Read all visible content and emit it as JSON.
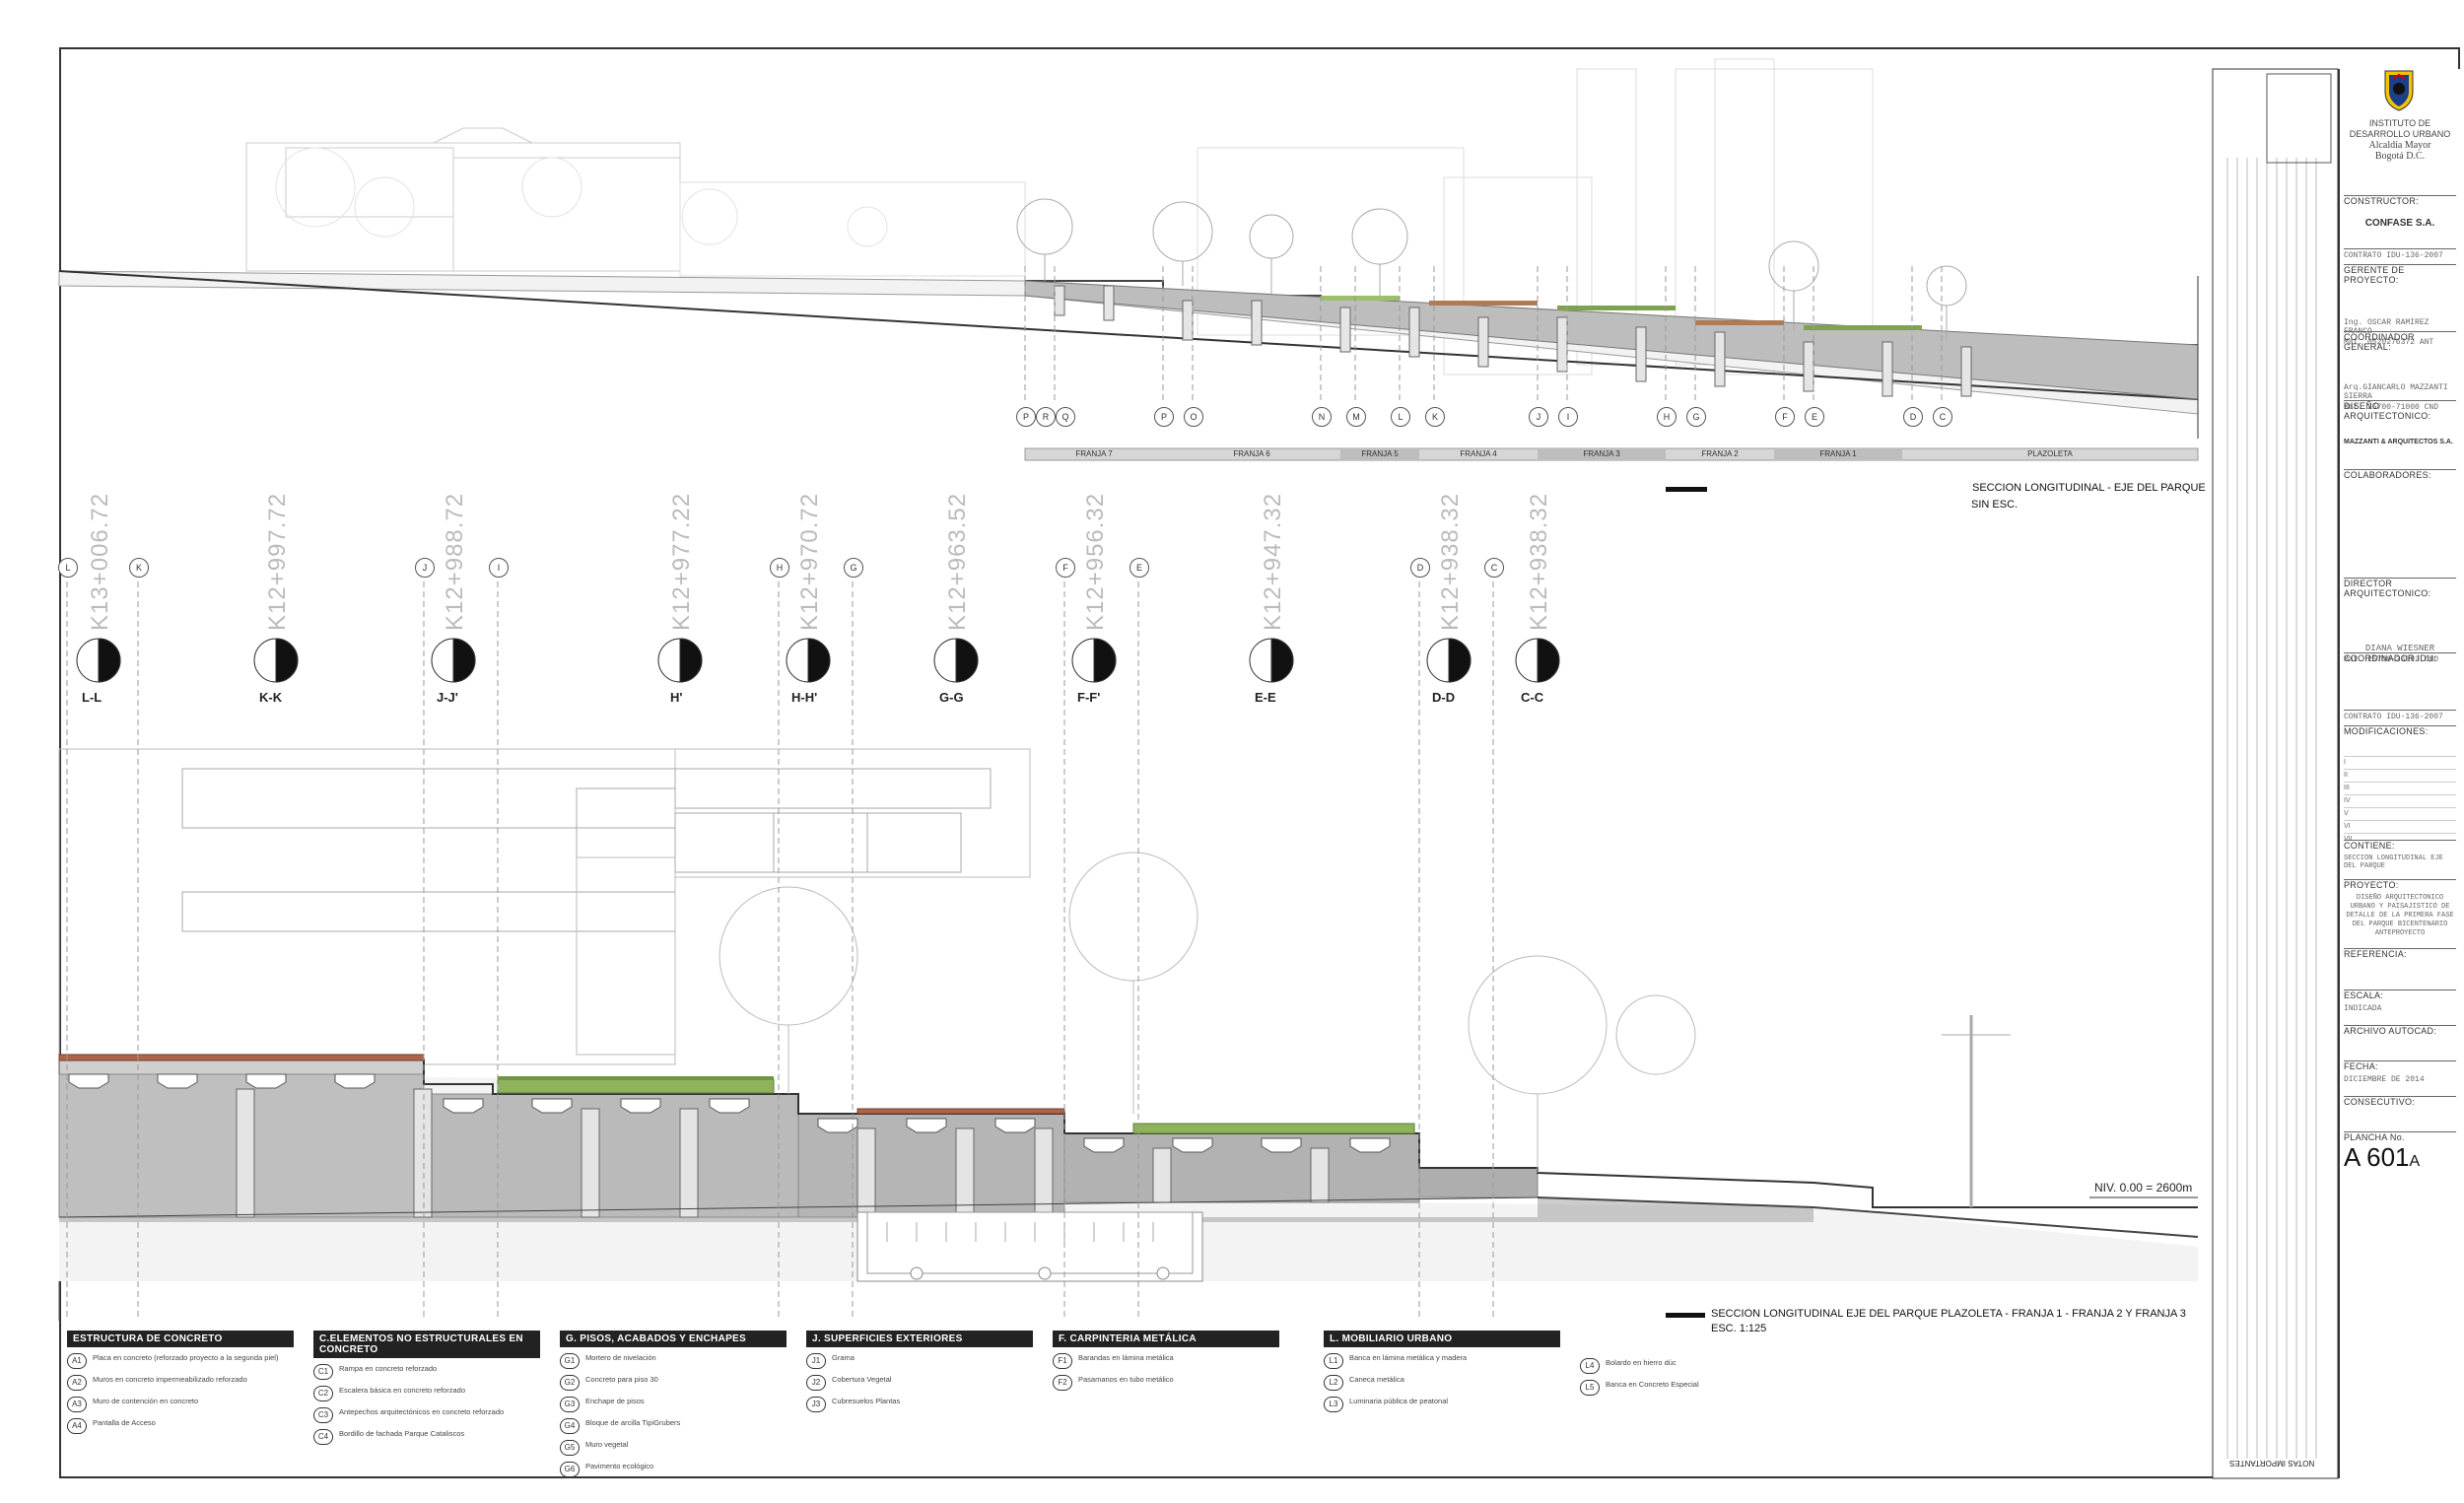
{
  "top_section": {
    "title": "SECCION LONGITUDINAL  -  EJE DEL PARQUE",
    "scale": "SIN ESC.",
    "franjas": [
      "FRANJA 7",
      "FRANJA 6",
      "FRANJA 5",
      "FRANJA 4",
      "FRANJA 3",
      "FRANJA 2",
      "FRANJA 1",
      "PLAZOLETA"
    ],
    "axes": [
      "P",
      "R",
      "Q",
      "P",
      "O",
      "N",
      "M",
      "L",
      "K",
      "J",
      "I",
      "H",
      "G",
      "F",
      "E",
      "D",
      "C"
    ]
  },
  "bottom_section": {
    "title": "SECCION LONGITUDINAL EJE DEL PARQUE  PLAZOLETA - FRANJA 1 - FRANJA 2 Y FRANJA 3",
    "scale": "ESC. 1:125",
    "level": "NIV. 0.00 = 2600m",
    "stations": [
      {
        "axis": "L",
        "axis2": "K",
        "chain": "K13+006.72",
        "cut": "L-L"
      },
      {
        "axis": "J",
        "axis2": "I",
        "chain": "K12+997.72",
        "cut": "K-K"
      },
      {
        "axis": "",
        "axis2": "",
        "chain": "K12+988.72",
        "cut": "J-J'"
      },
      {
        "axis": "H",
        "axis2": "G",
        "chain": "K12+977.22",
        "cut": "H'"
      },
      {
        "axis": "",
        "axis2": "",
        "chain": "K12+970.72",
        "cut": "H-H'"
      },
      {
        "axis": "F",
        "axis2": "E",
        "chain": "K12+963.52",
        "cut": "G-G"
      },
      {
        "axis": "",
        "axis2": "",
        "chain": "K12+956.32",
        "cut": "F-F'"
      },
      {
        "axis": "D",
        "axis2": "C",
        "chain": "K12+947.32",
        "cut": "E-E"
      },
      {
        "axis": "",
        "axis2": "",
        "chain": "K12+938.32",
        "cut": "D-D"
      },
      {
        "axis": "",
        "axis2": "",
        "chain": "K12+938.32",
        "cut": "C-C"
      }
    ]
  },
  "legend": [
    {
      "head": "ESTRUCTURA DE CONCRETO",
      "items": [
        {
          "code": "A1",
          "label": "Placa en concreto (reforzado proyecto a la segunda piel)"
        },
        {
          "code": "A2",
          "label": "Muros en concreto impermeabilizado reforzado"
        },
        {
          "code": "A3",
          "label": "Muro de contención en concreto"
        },
        {
          "code": "A4",
          "label": "Pantalla de Acceso"
        }
      ]
    },
    {
      "head": "C.ELEMENTOS NO ESTRUCTURALES EN CONCRETO",
      "items": [
        {
          "code": "C1",
          "label": "Rampa en concreto reforzado"
        },
        {
          "code": "C2",
          "label": "Escalera básica en concreto reforzado"
        },
        {
          "code": "C3",
          "label": "Antepechos arquitectónicos en concreto reforzado"
        },
        {
          "code": "C4",
          "label": "Bordillo de fachada Parque Cataliscos"
        }
      ]
    },
    {
      "head": "G. PISOS, ACABADOS Y ENCHAPES",
      "items": [
        {
          "code": "G1",
          "label": "Mortero de nivelación"
        },
        {
          "code": "G2",
          "label": "Concreto para piso 30"
        },
        {
          "code": "G3",
          "label": "Enchape de pisos"
        },
        {
          "code": "G4",
          "label": "Bloque de arcilla TipiGrubers"
        },
        {
          "code": "G5",
          "label": "Muro vegetal"
        },
        {
          "code": "G6",
          "label": "Pavimento ecológico"
        }
      ]
    },
    {
      "head": "J. SUPERFICIES EXTERIORES",
      "items": [
        {
          "code": "J1",
          "label": "Grama"
        },
        {
          "code": "J2",
          "label": "Cobertura Vegetal"
        },
        {
          "code": "J3",
          "label": "Cubresuelos Plantas"
        }
      ]
    },
    {
      "head": "F. CARPINTERIA METÁLICA",
      "items": [
        {
          "code": "F1",
          "label": "Barandas en lámina metálica"
        },
        {
          "code": "F2",
          "label": "Pasamanos en tubo metálico"
        }
      ]
    },
    {
      "head": "L. MOBILIARIO URBANO",
      "items": [
        {
          "code": "L1",
          "label": "Banca en lámina metálica y madera"
        },
        {
          "code": "L2",
          "label": "Caneca metálica"
        },
        {
          "code": "L3",
          "label": "Luminaria pública de peatonal"
        },
        {
          "code": "L4",
          "label": "Bolardo en hierro dúc"
        },
        {
          "code": "L5",
          "label": "Banca en Concreto Especial"
        }
      ]
    }
  ],
  "title_block": {
    "institution": [
      "INSTITUTO DE",
      "DESARROLLO URBANO",
      "Alcaldía Mayor",
      "Bogotá D.C."
    ],
    "constructor_label": "CONSTRUCTOR:",
    "constructor": "CONFASE S.A.",
    "contract1": "CONTRATO IDU-136-2007",
    "manager_label": "GERENTE DE PROYECTO:",
    "manager": "Ing. OSCAR RAMIREZ FRANCO",
    "manager_mat": "Mat. 0520276372 ANT",
    "coord_label": "COORDINADOR GENERAL:",
    "coord": "Arq.GIANCARLO MAZZANTI SIERRA",
    "coord_mat": "Mat. 25700-71000 CND",
    "design_label": "DISEÑO ARQUITECTONICO:",
    "design_firm": "MAZZANTI & ARQUITECTOS S.A.",
    "collab_label": "COLABORADORES:",
    "director_label": "DIRECTOR ARQUITECTONICO:",
    "director": "DIANA WIESNER",
    "director_mat": "Mat. 25700-36392 CND",
    "coord_idu_label": "COORDINADOR IDU:",
    "contract2": "CONTRATO IDU-136-2007",
    "mods_label": "MODIFICACIONES:",
    "mods": [
      "I",
      "II",
      "III",
      "IV",
      "V",
      "VI",
      "VII"
    ],
    "content_label": "CONTIENE:",
    "content": "SECCION LONGITUDINAL EJE DEL PARQUE",
    "project_label": "PROYECTO:",
    "project": "DISEÑO ARQUITECTONICO URBANO Y PAISAJISTICO DE DETALLE DE LA PRIMERA FASE DEL PARQUE BICENTENARIO ANTEPROYECTO",
    "ref_label": "REFERENCIA:",
    "scale_label": "ESCALA:",
    "scale": "INDICADA",
    "file_label": "ARCHIVO AUTOCAD:",
    "date_label": "FECHA:",
    "date": "DICIEMBRE DE 2014",
    "consec_label": "CONSECUTIVO:",
    "plan_label": "PLANCHA No.",
    "plan_no": "A 601",
    "plan_suffix": "A"
  },
  "notes_label": "NOTAS IMPORTANTES"
}
